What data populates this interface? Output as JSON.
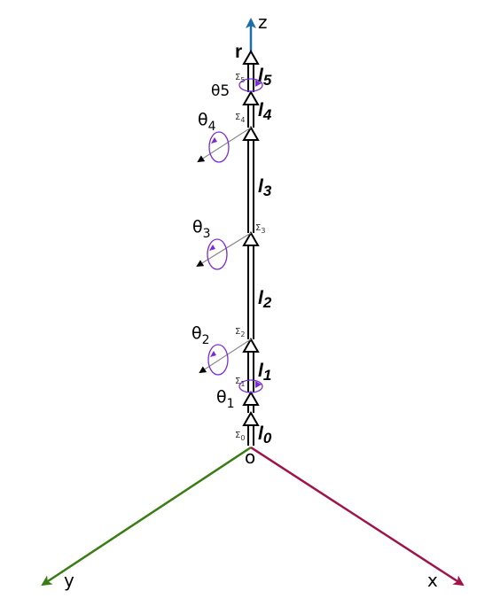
{
  "axes": {
    "z": {
      "label": "z",
      "color": "#1b6ea8"
    },
    "y": {
      "label": "y",
      "color": "#3a7d12"
    },
    "x": {
      "label": "x",
      "color": "#a0134a"
    },
    "origin": "o"
  },
  "end_effector": "r",
  "links": [
    {
      "main": "l",
      "sub": "0"
    },
    {
      "main": "l",
      "sub": "1"
    },
    {
      "main": "l",
      "sub": "2"
    },
    {
      "main": "l",
      "sub": "3"
    },
    {
      "main": "l",
      "sub": "4"
    },
    {
      "main": "l",
      "sub": "5"
    }
  ],
  "frames": [
    {
      "main": "Σ",
      "sub": "0"
    },
    {
      "main": "Σ",
      "sub": "1"
    },
    {
      "main": "Σ",
      "sub": "2"
    },
    {
      "main": "Σ",
      "sub": "3"
    },
    {
      "main": "Σ",
      "sub": "4"
    },
    {
      "main": "Σ",
      "sub": "5"
    }
  ],
  "joints": [
    {
      "main": "θ",
      "sub": "1"
    },
    {
      "main": "θ",
      "sub": "2"
    },
    {
      "main": "θ",
      "sub": "3"
    },
    {
      "main": "θ",
      "sub": "4"
    },
    {
      "main": "θ5",
      "sub": ""
    }
  ],
  "colors": {
    "rotation_arrow": "#7a2bd6",
    "joint_axis": "#888888",
    "link": "#000000"
  }
}
